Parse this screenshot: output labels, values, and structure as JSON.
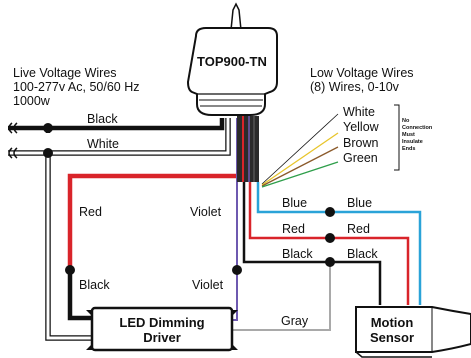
{
  "colors": {
    "red": "#d9242a",
    "black": "#111111",
    "white_wire": "#ffffff",
    "blue": "#2aa3d8",
    "violet": "#6e59b0",
    "gray": "#a9a9a9",
    "yellow": "#e8c52a",
    "brown": "#8b5a2b",
    "green": "#2e9e4a",
    "bundle": "#2b2b2b"
  },
  "device": {
    "label": "TOP900-TN"
  },
  "live_voltage": {
    "line1": "Live Voltage Wires",
    "line2": "100-277v Ac, 50/60 Hz",
    "line3": "1000w"
  },
  "low_voltage": {
    "line1": "Low Voltage Wires",
    "line2": "(8) Wires, 0-10v",
    "wires": [
      "White",
      "Yellow",
      "Brown",
      "Green"
    ],
    "note": [
      "No",
      "Connection",
      "Must",
      "Insulate",
      "Ends"
    ]
  },
  "wire_labels": {
    "black_top": "Black",
    "white_top": "White",
    "red_left": "Red",
    "black_left": "Black",
    "violet_top": "Violet",
    "violet_bottom": "Violet",
    "gray": "Gray",
    "blue_1": "Blue",
    "blue_2": "Blue",
    "red_1": "Red",
    "red_2": "Red",
    "black_1": "Black",
    "black_2": "Black"
  },
  "driver": {
    "line1": "LED Dimming",
    "line2": "Driver"
  },
  "sensor": {
    "line1": "Motion",
    "line2": "Sensor"
  }
}
